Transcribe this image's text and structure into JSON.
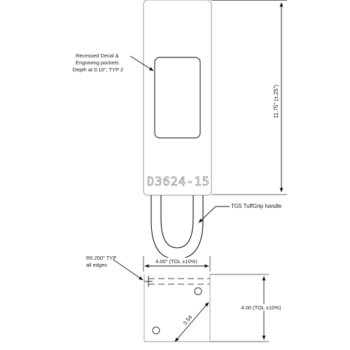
{
  "drawing": {
    "part_number": "D3624-15",
    "callouts": {
      "pocket": [
        "Recessed Decal &",
        "Engraving pockets",
        "Depth at 0.10\", TYP 2"
      ],
      "handle": "TG5 TuffGrip handle",
      "radius": [
        "R0.250\" TYP",
        "all edges"
      ]
    },
    "dimensions": {
      "overall_length": "11.75\" (±.25\")",
      "bottom_width": "4.00\" (TOL ±10%)",
      "bottom_height": "4.00 (TOL ±10%)",
      "hole_spacing": "3.54"
    }
  }
}
